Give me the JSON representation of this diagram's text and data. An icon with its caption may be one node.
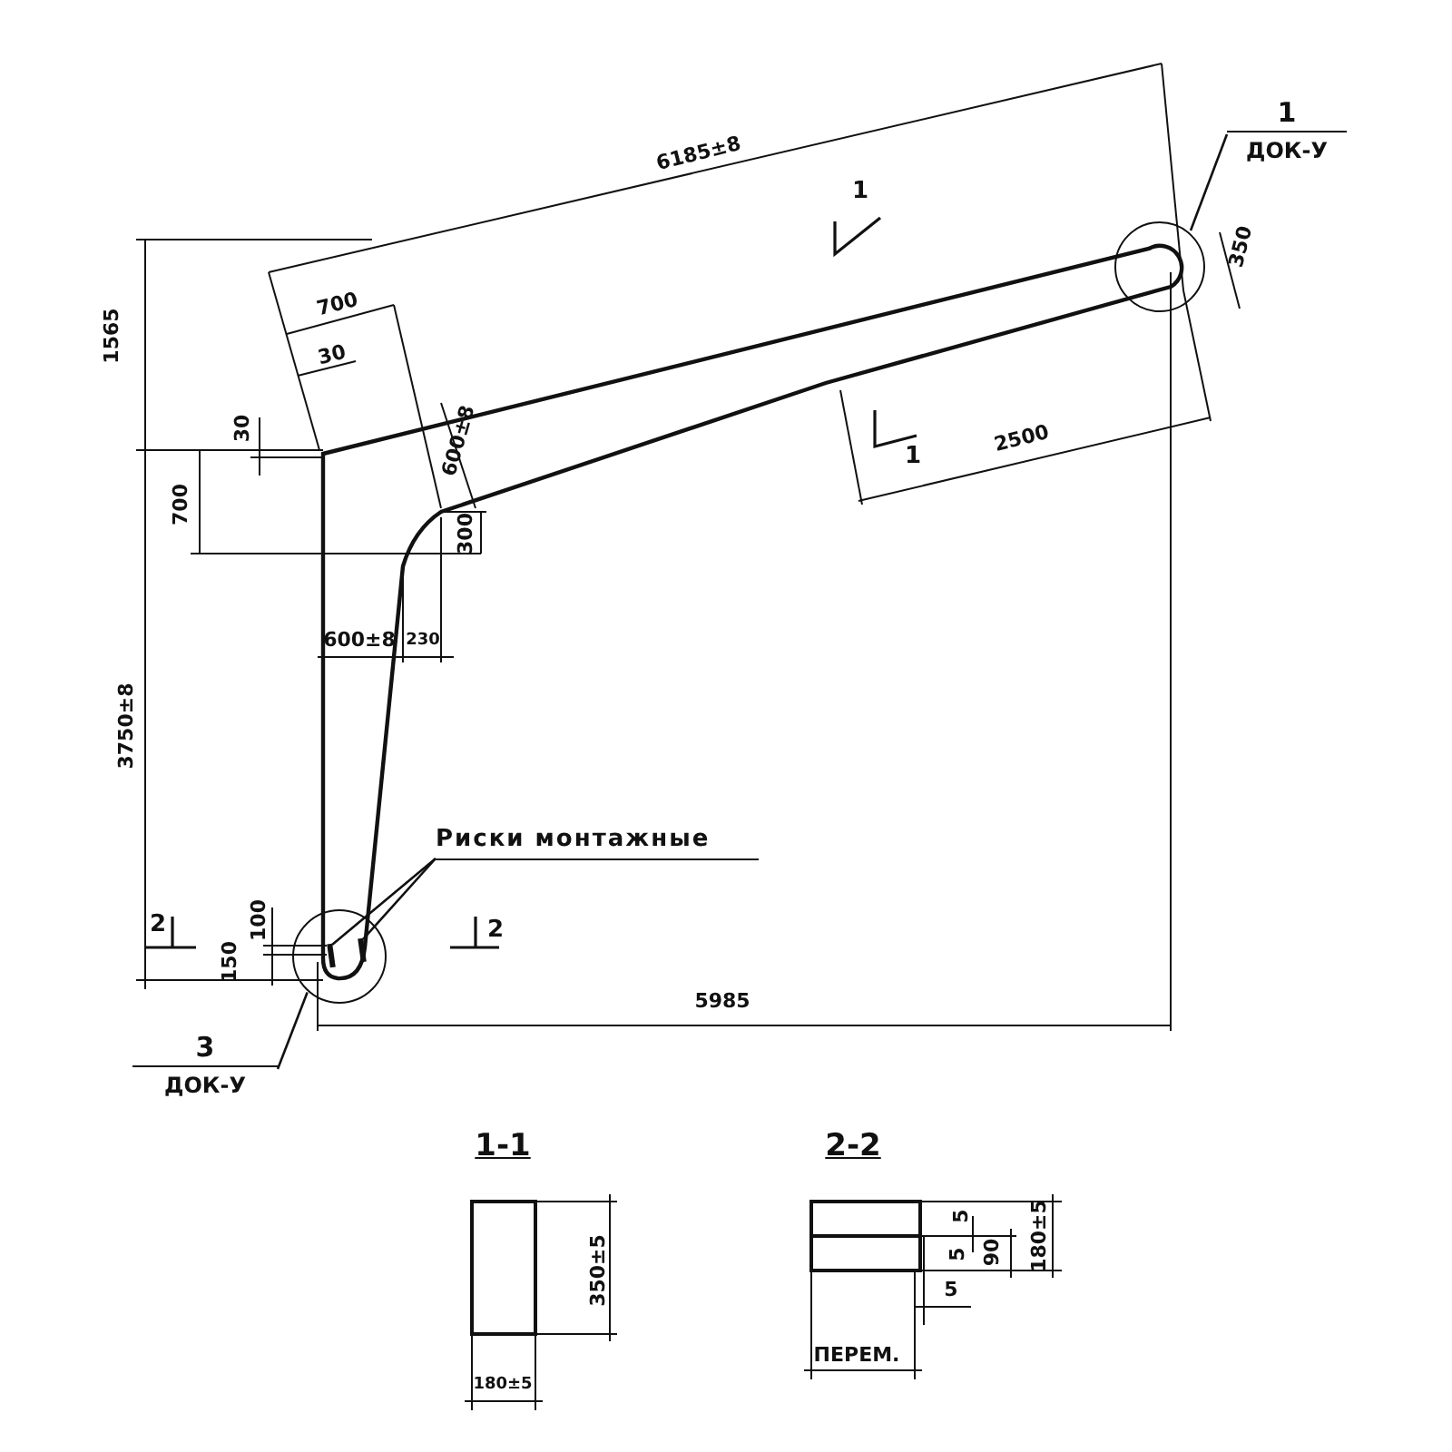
{
  "diagram": {
    "nodes": [
      {
        "text": [
          "1",
          "ДОК-У"
        ]
      },
      {
        "text": [],
        "shape": "circle"
      },
      {
        "text": [
          "Риски монтажные"
        ]
      },
      {
        "text": [
          "3",
          "ДОК-У"
        ]
      },
      {
        "text": [],
        "shape": "circle"
      },
      {
        "text": [],
        "shape": "bar",
        "in": 4
      },
      {
        "text": [],
        "shape": "bar",
        "in": 4
      }
    ],
    "edges": [
      {
        "from": 0,
        "to": 1,
        "arrow": "none"
      },
      {
        "from": 2,
        "to": 5,
        "arrow": "none"
      },
      {
        "from": 2,
        "to": 6,
        "arrow": "none"
      },
      {
        "from": 3,
        "to": 4,
        "arrow": "none"
      }
    ],
    "labels": [
      "6185±8",
      "1",
      "1565",
      "700",
      "30",
      "350",
      "30",
      "600±8",
      "2500",
      "1",
      "700",
      "300",
      "600±8",
      "230",
      "3750±8",
      "100",
      "2",
      "2",
      "150",
      "5985",
      "1-1",
      "2-2",
      "5",
      "5",
      "90",
      "180±5",
      "350±5",
      "5",
      "ПЕРЕМ.",
      "180±5"
    ]
  }
}
